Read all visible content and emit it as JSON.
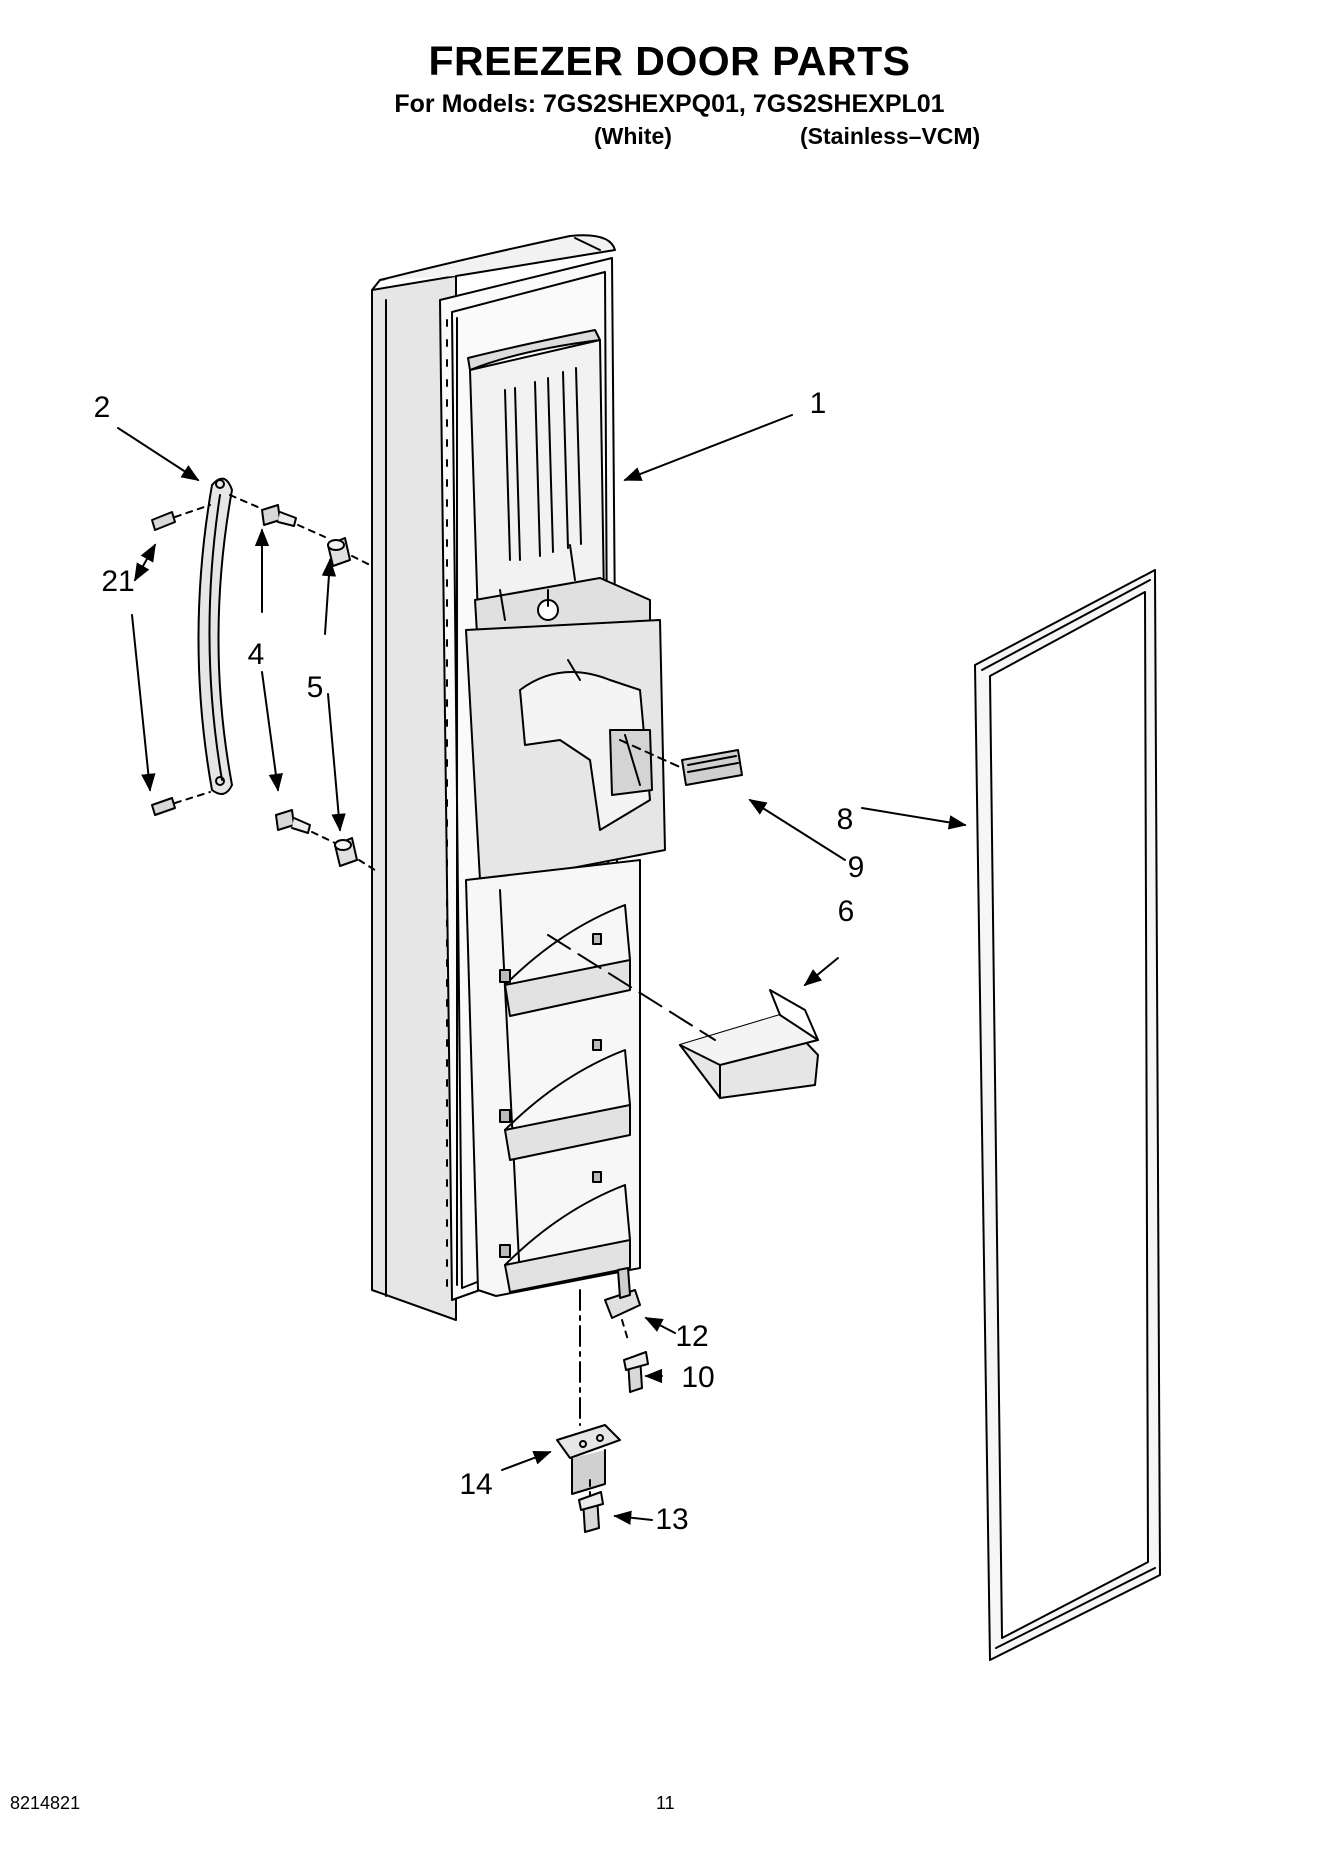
{
  "header": {
    "title": "FREEZER DOOR PARTS",
    "models_line": "For Models: 7GS2SHEXPQ01, 7GS2SHEXPL01",
    "variant_white": "(White)",
    "variant_stainless": "(Stainless–VCM)"
  },
  "callouts": {
    "c1": "1",
    "c2": "2",
    "c4": "4",
    "c5": "5",
    "c6": "6",
    "c8": "8",
    "c9": "9",
    "c10": "10",
    "c12": "12",
    "c13": "13",
    "c14": "14",
    "c21": "21"
  },
  "footer": {
    "doc_number": "8214821",
    "page_number": "11"
  },
  "colors": {
    "line": "#000000",
    "fill_light": "#e6e6e6",
    "fill_mid": "#cfcfcf",
    "background": "#ffffff"
  }
}
